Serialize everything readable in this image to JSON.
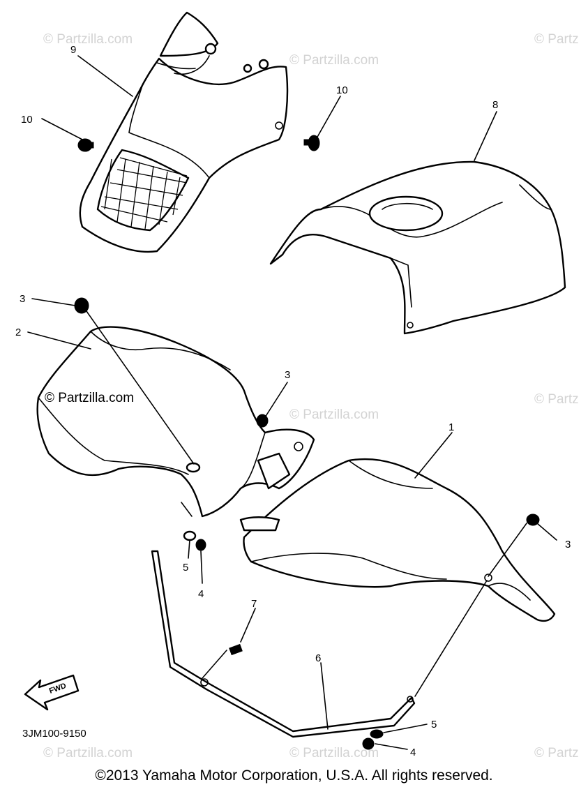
{
  "diagram": {
    "part_numbers": {
      "p1": "1",
      "p2": "2",
      "p3a": "3",
      "p3b": "3",
      "p3c": "3",
      "p4a": "4",
      "p4b": "4",
      "p5a": "5",
      "p5b": "5",
      "p6": "6",
      "p7": "7",
      "p8": "8",
      "p9": "9",
      "p10a": "10",
      "p10b": "10"
    },
    "direction_label": "FWD",
    "drawing_code": "3JM100-9150"
  },
  "watermarks": {
    "text": "© Partzilla.com",
    "text_clipped": "© Partz"
  },
  "footer": {
    "copyright": "©2013 Yamaha Motor Corporation, U.S.A. All rights reserved."
  }
}
